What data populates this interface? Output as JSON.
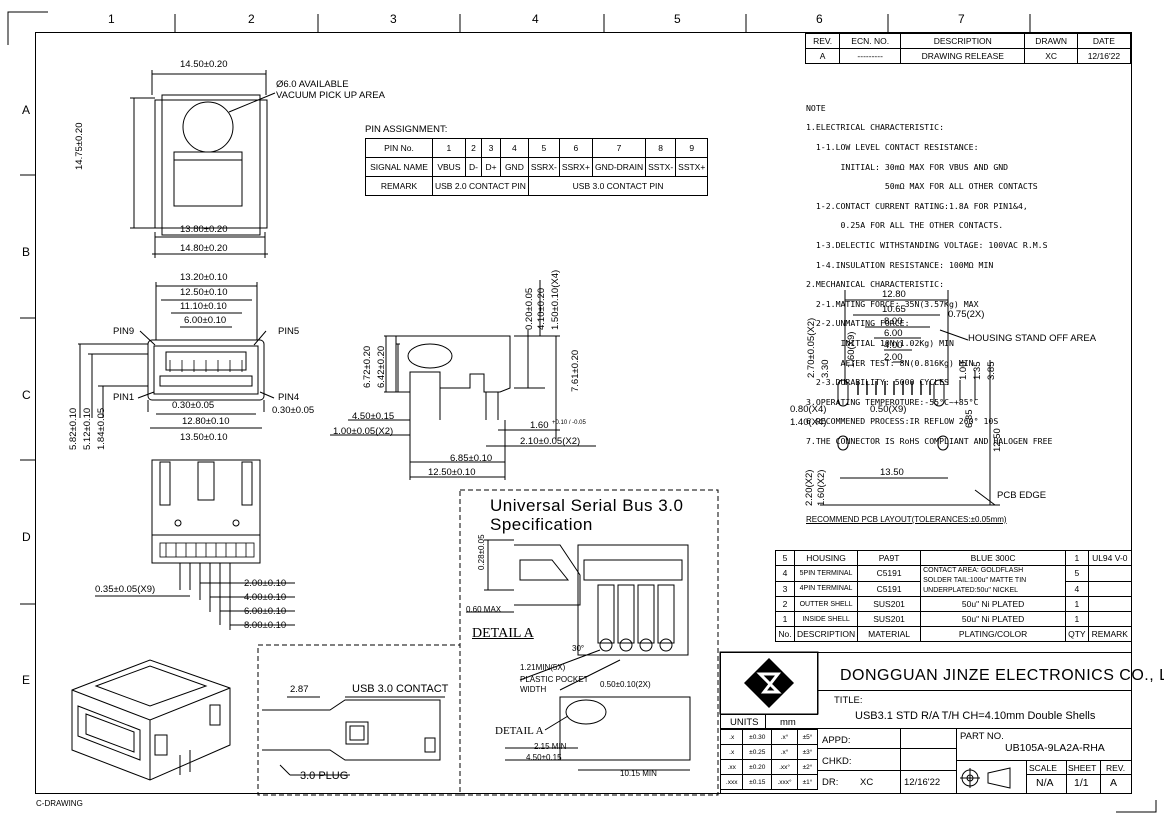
{
  "border": {
    "col_numbers": [
      "1",
      "2",
      "3",
      "4",
      "5",
      "6",
      "7"
    ],
    "row_letters": [
      "A",
      "B",
      "C",
      "D",
      "E"
    ],
    "sheet_label": "C-DRAWING"
  },
  "revision_table": {
    "headers": [
      "REV.",
      "ECN. NO.",
      "DESCRIPTION",
      "DRAWN",
      "DATE"
    ],
    "row": [
      "A",
      "---------",
      "DRAWING RELEASE",
      "XC",
      "12/16'22"
    ]
  },
  "notes": [
    "NOTE",
    "1.ELECTRICAL CHARACTERISTIC:",
    "  1-1.LOW LEVEL CONTACT RESISTANCE:",
    "       INITIAL: 30mΩ MAX FOR VBUS AND GND",
    "                50mΩ MAX FOR ALL OTHER CONTACTS",
    "  1-2.CONTACT CURRENT RATING:1.8A FOR PIN1&4,",
    "       0.25A FOR ALL THE OTHER CONTACTS.",
    "  1-3.DELECTIC WITHSTANDING VOLTAGE: 100VAC R.M.S",
    "  1-4.INSULATION RESISTANCE: 100MΩ MIN",
    "2.MECHANICAL CHARACTERISTIC:",
    "  2-1.MATING FORCE: 35N(3.57Kg) MAX",
    "  2-2.UNMATING FORCE:",
    "       INITIAL 10N(1.02Kg) MIN",
    "       AFTER TEST: 8N(0.816Kg) MIN",
    "  2-3.DURABILITY: 5000 CYCLES",
    "3.OPERATING TEMPEROTURE:-55°C~+85°C",
    "6.RECOMMENED PROCESS:IR REFLOW 260° 10S",
    "7.THE CONNECTOR IS RoHS COMPLIANT AND HALOGEN FREE"
  ],
  "pin_assignment": {
    "title": "PIN ASSIGNMENT:",
    "header_label": "PIN No.",
    "pins": [
      "1",
      "2",
      "3",
      "4",
      "5",
      "6",
      "7",
      "8",
      "9"
    ],
    "signal_label": "SIGNAL NAME",
    "signals": [
      "VBUS",
      "D-",
      "D+",
      "GND",
      "SSRX-",
      "SSRX+",
      "GND-DRAIN",
      "SSTX-",
      "SSTX+"
    ],
    "remark_label": "REMARK",
    "remark_usb2": "USB 2.0 CONTACT PIN",
    "remark_usb3": "USB 3.0 CONTACT PIN"
  },
  "top_view": {
    "dim_width_top": "14.50±0.20",
    "vacuum_note1": "Ø6.0 AVAILABLE",
    "vacuum_note2": "VACUUM PICK UP AREA",
    "dim_height": "14.75±0.20",
    "dim_inner": "13.80±0.20",
    "dim_outer": "14.80±0.20"
  },
  "front_view": {
    "dims_top": [
      "13.20±0.10",
      "12.50±0.10",
      "11.10±0.10",
      "6.00±0.10"
    ],
    "pin9": "PIN9",
    "pin5": "PIN5",
    "pin1": "PIN1",
    "pin4": "PIN4",
    "dim_030_a": "0.30±0.05",
    "dim_030_b": "0.30±0.05",
    "dim_1280": "12.80±0.10",
    "dim_1350": "13.50±0.10",
    "dims_left": [
      "5.82±0.10",
      "5.12±0.10",
      "1.84±0.05"
    ]
  },
  "side_view": {
    "dims_right": [
      "0.20±0.05",
      "4.10±0.20",
      "1.50±0.10(X4)"
    ],
    "dim_672": "6.72±0.20",
    "dim_642": "6.42±0.20",
    "dim_761": "7.61±0.20",
    "dim_450": "4.50±0.15",
    "dim_100": "1.00±0.05(X2)",
    "dim_160": "1.60",
    "dim_160_tol": "+0.10 / -0.05",
    "dim_210": "2.10±0.05(X2)",
    "dim_685": "6.85±0.10",
    "dim_1250": "12.50±0.10"
  },
  "bottom_view": {
    "dim_035": "0.35±0.05(X9)",
    "dims": [
      "2.00±0.10",
      "4.00±0.10",
      "6.00±0.10",
      "8.00±0.10"
    ]
  },
  "pcb_layout": {
    "dims_top": [
      "12.80",
      "10.65",
      "8.00",
      "6.00",
      "4.00",
      "2.00"
    ],
    "dim_075": "0.75(2X)",
    "housing_note": "HOUSING STAND OFF AREA",
    "dims_left": [
      "2.70±0.05(X2)",
      "3.30",
      "1.60(X9)"
    ],
    "dims_right": [
      "1.00",
      "1.35",
      "3.85",
      "6.85",
      "12.50"
    ],
    "dim_080": "0.80(X4)",
    "dim_140": "1.40(X4)",
    "dim_050": "0.50(X9)",
    "dim_1350": "13.50",
    "dims_bottom_left": [
      "2.20(X2)",
      "1.60(X2)"
    ],
    "pcb_edge": "PCB EDGE",
    "caption": "RECOMMEND PCB LAYOUT(TOLERANCES:±0.05mm)"
  },
  "usb_spec": {
    "line1": "Universal Serial Bus 3.0",
    "line2": "Specification",
    "dim_028": "0.28±0.05",
    "dim_060": "0.60 MAX",
    "detail_a": "DETAIL A",
    "dim_121": "1.21MIN(5X)",
    "angle": "30°",
    "pocket1": "PLASTIC POCKET",
    "pocket2": "WIDTH",
    "dim_050": "0.50±0.10(2X)",
    "detail_a2": "DETAIL A",
    "dim_215": "2.15 MIN",
    "dim_450": "4.50±0.15",
    "dim_1015": "10.15 MIN"
  },
  "plug_view": {
    "dim_287": "2.87",
    "contact_label": "USB 3.0 CONTACT",
    "plug_label": "3.0 PLUG"
  },
  "bom": {
    "rows": [
      [
        "5",
        "HOUSING",
        "PA9T",
        "BLUE 300C",
        "1",
        "UL94 V-0"
      ],
      [
        "4",
        "5PIN TERMINAL",
        "C5191",
        "CONTACT AREA: GOLDFLASH",
        "5",
        ""
      ],
      [
        "3",
        "4PIN TERMINAL",
        "C5191",
        "UNDERPLATED:50u\" NICKEL",
        "4",
        ""
      ],
      [
        "2",
        "OUTTER SHELL",
        "SUS201",
        "50u\" Ni PLATED",
        "1",
        ""
      ],
      [
        "1",
        "INSIDE SHELL",
        "SUS201",
        "50u\" Ni PLATED",
        "1",
        ""
      ]
    ],
    "plating_extra": "SOLDER TAIL:100u\" MATTE TIN",
    "header": [
      "No.",
      "DESCRIPTION",
      "MATERIAL",
      "PLATING/COLOR",
      "QTY",
      "REMARK"
    ]
  },
  "title_block": {
    "company": "DONGGUAN JINZE ELECTRONICS CO., LTD",
    "title_label": "TITLE:",
    "title": "USB3.1 STD R/A T/H CH=4.10mm Double Shells",
    "units_label": "UNITS",
    "units": "mm",
    "tolerances": [
      [
        ".x",
        "±0.30",
        ".x°",
        "±5°"
      ],
      [
        ".x",
        "±0.25",
        ".x°",
        "±3°"
      ],
      [
        ".xx",
        "±0.20",
        ".xx°",
        "±2°"
      ],
      [
        ".xxx",
        "±0.15",
        ".xxx°",
        "±1°"
      ]
    ],
    "appd": "APPD:",
    "chkd": "CHKD:",
    "dr": "DR:",
    "dr_name": "XC",
    "date": "12/16'22",
    "part_label": "PART NO.",
    "part_no": "UB105A-9LA2A-RHA",
    "scale_label": "SCALE",
    "sheet_label": "SHEET",
    "rev_label": "REV.",
    "scale": "N/A",
    "sheet": "1/1",
    "rev": "A"
  },
  "colors": {
    "line": "#000000",
    "logo_bg": "#000000"
  }
}
